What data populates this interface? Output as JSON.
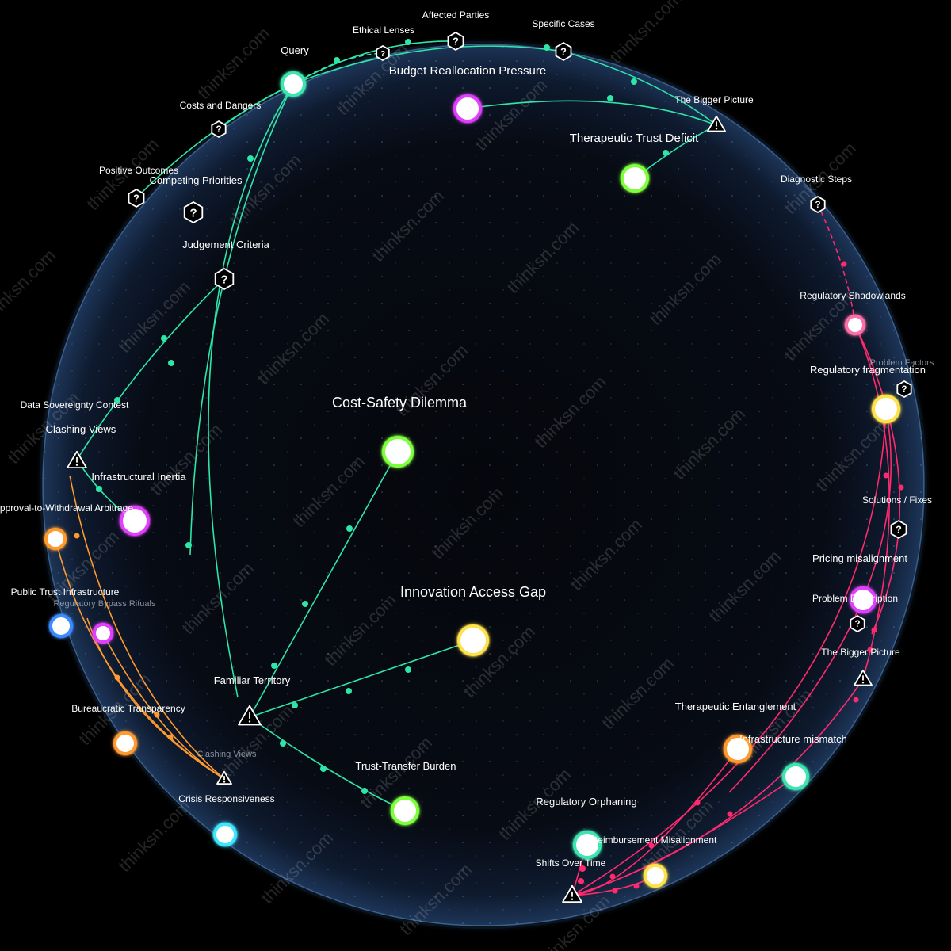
{
  "watermark": "thinksn.com",
  "colors": {
    "teal": "#2ee6a8",
    "pink": "#ff2a6d",
    "orange": "#ff9a2e",
    "green": "#7dff3a",
    "yellow": "#ffe24a",
    "magenta": "#e040fb",
    "blue": "#3d8bff",
    "cyan": "#3ee7ff",
    "mint": "#3ee6b0",
    "light_pink": "#ff6fa8",
    "sphere_edge": "#5a8fd0"
  },
  "labels": {
    "query": "Query",
    "ethical_lenses": "Ethical Lenses",
    "affected_parties": "Affected Parties",
    "specific_cases": "Specific Cases",
    "budget_reallocation_pressure": "Budget Reallocation Pressure",
    "costs_and_dangers": "Costs and Dangers",
    "the_bigger_picture_top": "The Bigger Picture",
    "therapeutic_trust_deficit": "Therapeutic Trust Deficit",
    "positive_outcomes": "Positive Outcomes",
    "competing_priorities": "Competing Priorities",
    "diagnostic_steps": "Diagnostic Steps",
    "judgement_criteria": "Judgement Criteria",
    "regulatory_shadowlands": "Regulatory Shadowlands",
    "problem_factors": "Problem Factors",
    "regulatory_fragmentation": "Regulatory fragmentation",
    "data_sovereignty_contest": "Data Sovereignty Contest",
    "cost_safety_dilemma": "Cost-Safety Dilemma",
    "clashing_views_left": "Clashing Views",
    "infrastructural_inertia": "Infrastructural Inertia",
    "solutions_fixes": "Solutions / Fixes",
    "approval_withdrawal_arbitrage": "Approval-to-Withdrawal Arbitrage",
    "pricing_misalignment": "Pricing misalignment",
    "innovation_access_gap": "Innovation Access Gap",
    "public_trust_infrastructure": "Public Trust Infrastructure",
    "regulatory_bypass_rituals": "Regulatory Bypass Rituals",
    "problem_description": "Problem Description",
    "the_bigger_picture_right": "The Bigger Picture",
    "familiar_territory": "Familiar Territory",
    "bureaucratic_transparency": "Bureaucratic Transparency",
    "therapeutic_entanglement": "Therapeutic Entanglement",
    "clashing_views_bottom": "Clashing Views",
    "infrastructure_mismatch": "Infrastructure mismatch",
    "trust_transfer_burden": "Trust-Transfer Burden",
    "crisis_responsiveness": "Crisis Responsiveness",
    "regulatory_orphaning": "Regulatory Orphaning",
    "reimbursement_misalignment": "Reimbursement Misalignment",
    "shifts_over_time": "Shifts Over Time"
  }
}
